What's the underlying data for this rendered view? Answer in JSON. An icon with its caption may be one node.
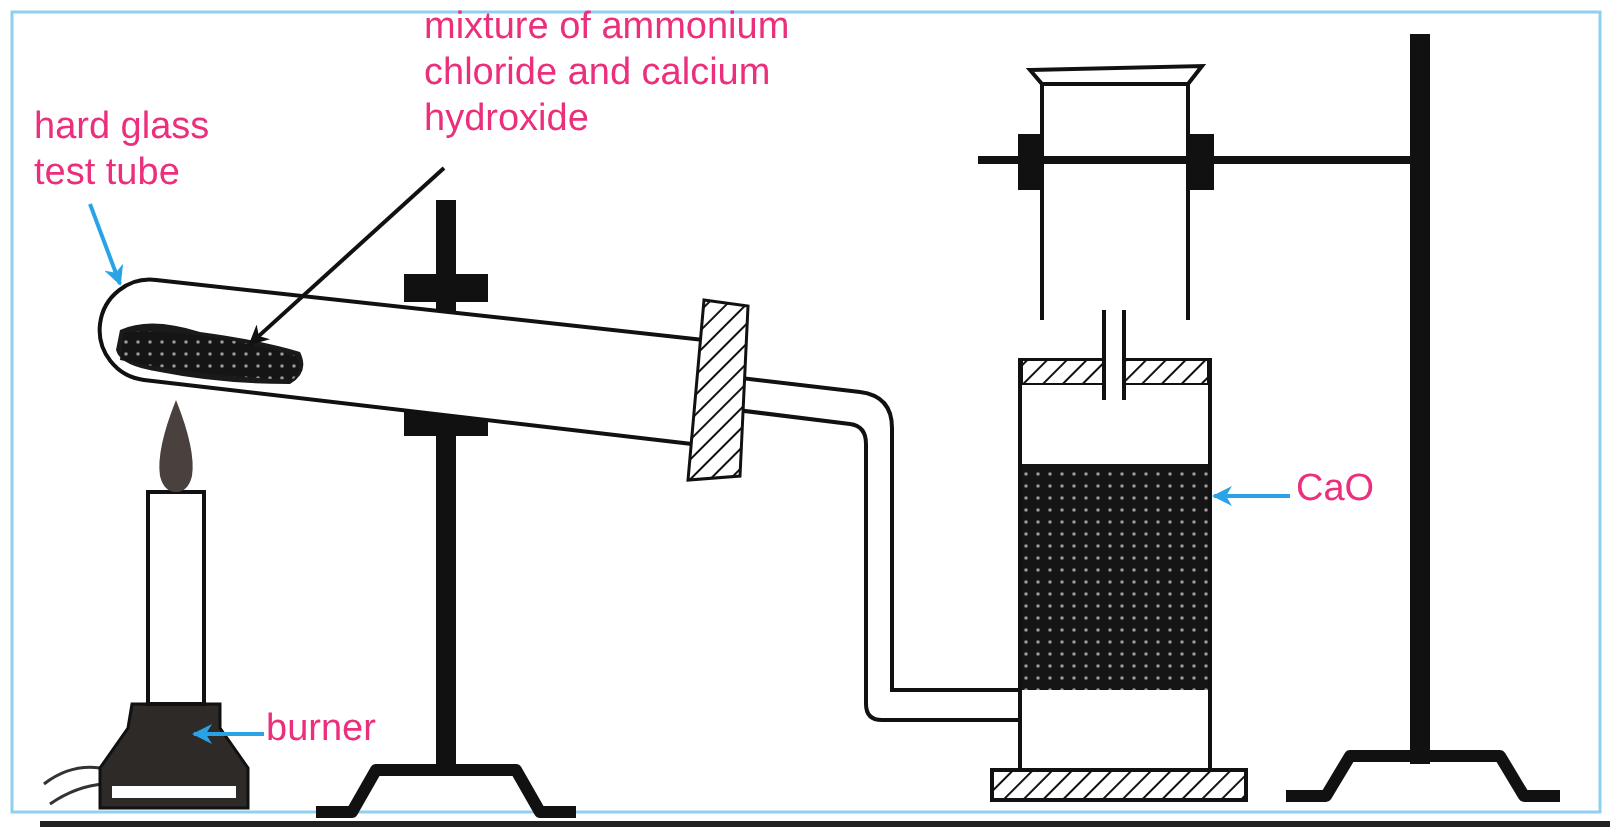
{
  "diagram": {
    "nodes": [
      {
        "text": [
          "hard glass test tube"
        ]
      },
      {
        "text": [],
        "shape": "tube"
      },
      {
        "text": [
          "mixture of ammonium chloride and calcium hydroxide"
        ]
      },
      {
        "text": [],
        "shape": "powder",
        "in": 1
      },
      {
        "text": [
          "burner"
        ]
      },
      {
        "text": [],
        "shape": "burner"
      },
      {
        "text": [
          "CaO"
        ]
      },
      {
        "text": [],
        "shape": "granules"
      }
    ],
    "edges": [
      {
        "from": 0,
        "to": 1,
        "arrow": "to"
      },
      {
        "from": 2,
        "to": 3,
        "arrow": "to",
        "color": "#111111"
      },
      {
        "from": 4,
        "to": 5,
        "arrow": "to"
      },
      {
        "from": 6,
        "to": 7,
        "arrow": "to"
      }
    ]
  }
}
